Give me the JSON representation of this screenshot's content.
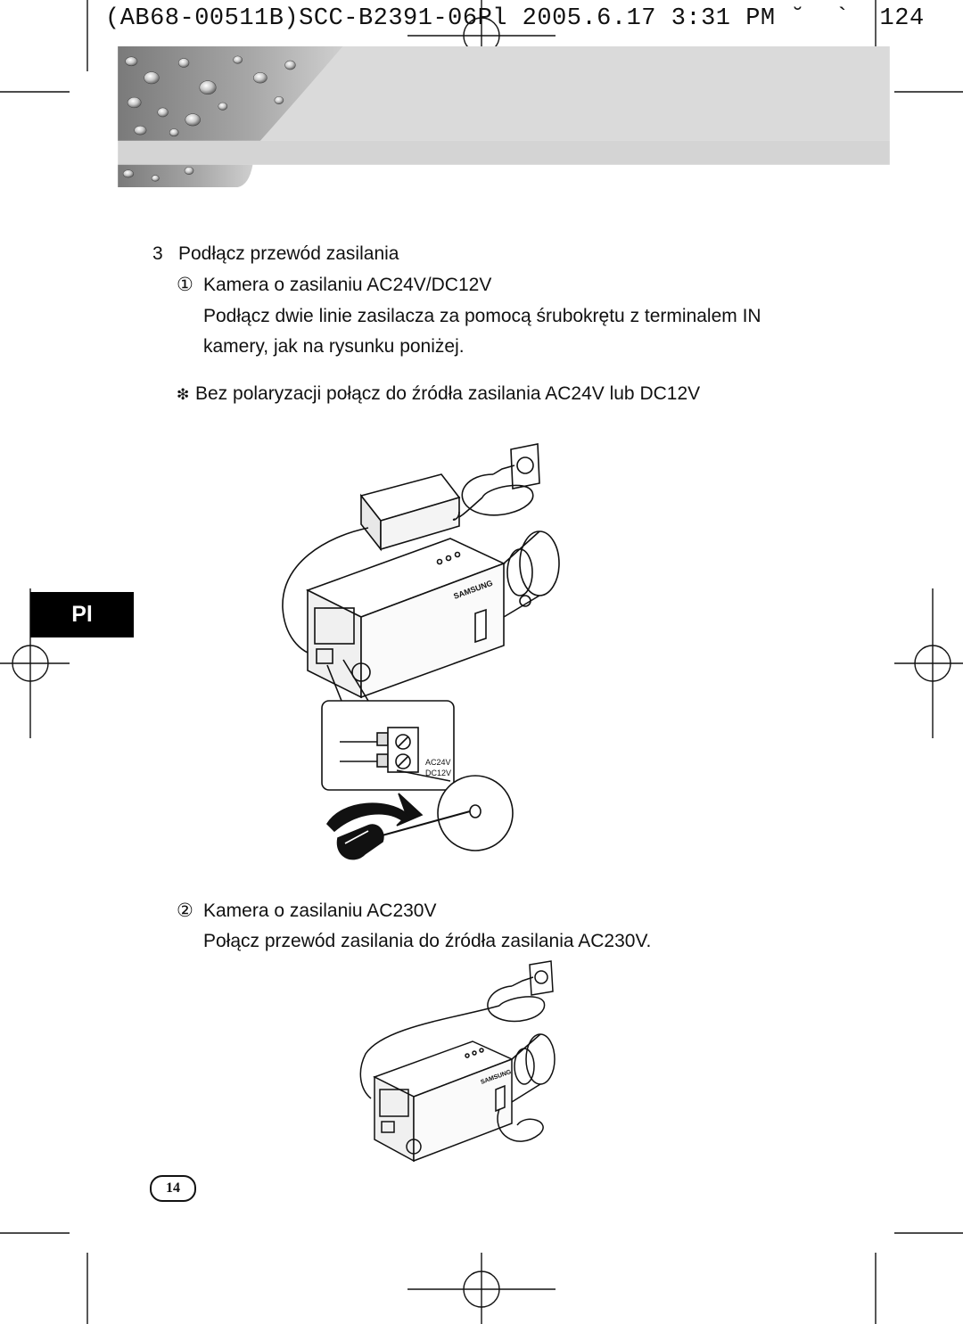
{
  "header": {
    "print_slug": "(AB68-00511B)SCC-B2391-06Pl 2005.6.17 3:31 PM ˘  `  124"
  },
  "language_tab": {
    "label": "Pl"
  },
  "step": {
    "number": "3",
    "title": "Podłącz przewód zasilania"
  },
  "item1": {
    "marker": "①",
    "heading": "Kamera o zasilaniu AC24V/DC12V",
    "body_line1": "Podłącz dwie linie zasilacza za pomocą śrubokrętu z terminalem IN",
    "body_line2": "kamery, jak na rysunku poniżej."
  },
  "note": {
    "marker": "❇",
    "text": "Bez polaryzacji połącz do źródła zasilania AC24V lub DC12V"
  },
  "figure1": {
    "brand": "SAMSUNG",
    "terminal_label_ac": "AC24V",
    "terminal_label_dc": "DC12V"
  },
  "item2": {
    "marker": "②",
    "heading": "Kamera o zasilaniu AC230V",
    "body": "Połącz przewód zasilania do źródła zasilania AC230V."
  },
  "figure2": {
    "brand": "SAMSUNG"
  },
  "page_number": "14",
  "colors": {
    "banner_grey": "#d9d9d9",
    "tab_black": "#000000"
  },
  "icons": [
    "crop-mark-icon",
    "power-adapter-icon",
    "wall-socket-icon",
    "cctv-camera-icon",
    "screwdriver-icon"
  ]
}
